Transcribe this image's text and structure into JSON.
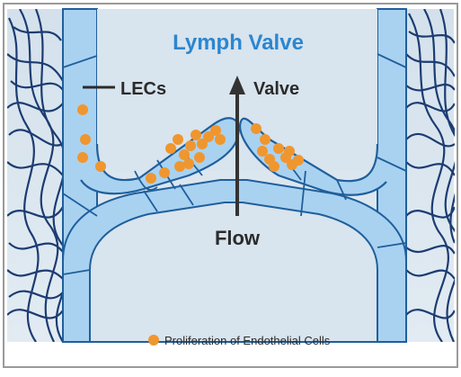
{
  "diagram": {
    "title": "Lymph Valve",
    "labels": {
      "lecs": "LECs",
      "valve": "Valve",
      "flow": "Flow"
    },
    "legend": {
      "text": "Proliferation of Endothelial Cells"
    }
  },
  "colors": {
    "background_panel": "#d8e4ee",
    "vessel_fill": "#a9d2f1",
    "vessel_stroke": "#1f5f9c",
    "mesh_stroke": "#1c3c72",
    "title": "#2c86cf",
    "text_dark": "#2b2b2b",
    "arrow": "#333333",
    "cell_dot": "#f0962e"
  },
  "icons": {
    "legend_marker": "orange-dot-icon",
    "flow_arrow": "up-arrow-icon"
  }
}
